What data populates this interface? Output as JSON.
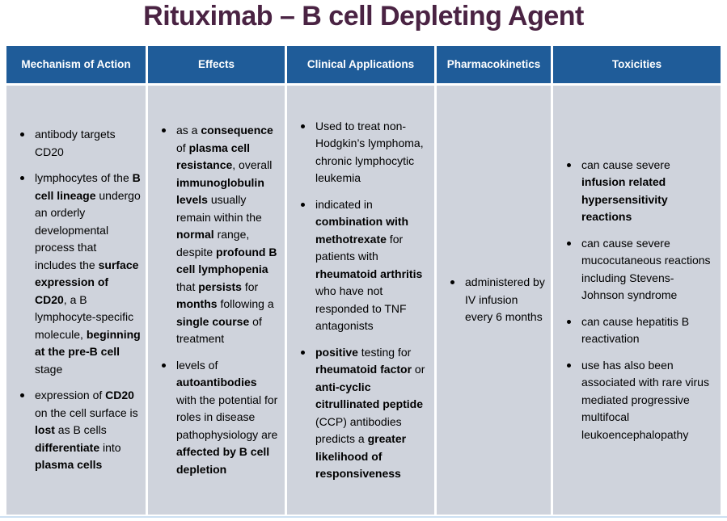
{
  "page_title": "Rituximab – B cell Depleting Agent",
  "colors": {
    "title": "#4A2343",
    "header_bg": "#1F5C99",
    "header_text": "#FFFFFF",
    "cell_bg": "#CFD3DC",
    "body_text": "#000000",
    "bottom_rule": "#CCE0F2"
  },
  "table": {
    "columns": [
      {
        "header": "Mechanism of Action",
        "bullets": [
          [
            "antibody targets CD20"
          ],
          [
            "lymphocytes of the ",
            {
              "b": "B cell lineage"
            },
            " undergo an orderly developmental process that includes the ",
            {
              "b": "surface expression of CD20"
            },
            ", a B lymphocyte-specific molecule, ",
            {
              "b": "beginning at the pre-B cell"
            },
            " stage"
          ],
          [
            "expression of ",
            {
              "b": "CD20"
            },
            " on the cell surface is ",
            {
              "b": "lost"
            },
            " as B cells ",
            {
              "b": "differentiate"
            },
            " into ",
            {
              "b": "plasma cells"
            }
          ]
        ]
      },
      {
        "header": "Effects",
        "bullets": [
          [
            "as a ",
            {
              "b": "consequence"
            },
            " of ",
            {
              "b": "plasma cell resistance"
            },
            ", overall ",
            {
              "b": "immunoglobulin levels"
            },
            " usually remain within the ",
            {
              "b": "normal"
            },
            " range, despite ",
            {
              "b": "profound B cell lymphopenia"
            },
            " that ",
            {
              "b": "persists"
            },
            " for ",
            {
              "b": "months"
            },
            " following a ",
            {
              "b": "single course"
            },
            " of treatment"
          ],
          [
            "levels of ",
            {
              "b": "autoantibodies"
            },
            " with the potential for roles in disease pathophysiology are ",
            {
              "b": "affected by B cell depletion"
            }
          ]
        ]
      },
      {
        "header": "Clinical Applications",
        "bullets": [
          [
            "Used to treat non-Hodgkin’s lymphoma, chronic lymphocytic leukemia"
          ],
          [
            "indicated in ",
            {
              "b": "combination with methotrexate"
            },
            " for patients with ",
            {
              "b": "rheumatoid arthritis"
            },
            " who have not responded to TNF antagonists"
          ],
          [
            {
              "b": "positive"
            },
            " testing for ",
            {
              "b": "rheumatoid factor"
            },
            " or ",
            {
              "b": "anti-cyclic citrullinated peptide"
            },
            " (CCP) antibodies predicts a ",
            {
              "b": "greater likelihood of responsiveness"
            }
          ]
        ]
      },
      {
        "header": "Pharmacokinetics",
        "bullets": [
          [
            "administered by IV infusion every 6 months"
          ]
        ]
      },
      {
        "header": "Toxicities",
        "bullets": [
          [
            "can cause severe ",
            {
              "b": "infusion related hypersensitivity reactions"
            }
          ],
          [
            "can cause severe mucocutaneous reactions including Stevens-Johnson syndrome"
          ],
          [
            "can cause hepatitis B reactivation"
          ],
          [
            "use has also been associated with rare virus mediated progressive multifocal leukoencephalopathy"
          ]
        ]
      }
    ]
  }
}
